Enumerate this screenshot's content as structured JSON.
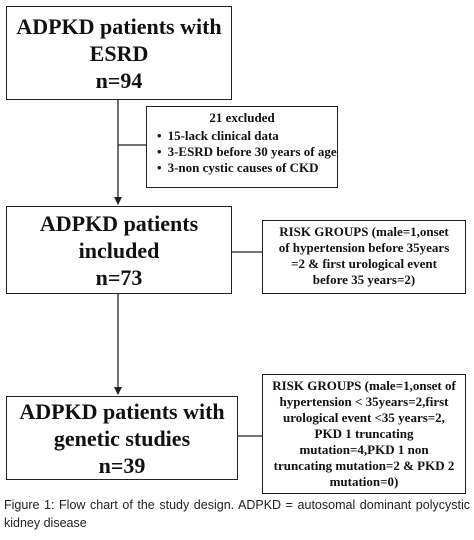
{
  "box1": {
    "lines": [
      "ADPKD patients with",
      "ESRD",
      "n=94"
    ]
  },
  "excluded": {
    "title": "21 excluded",
    "items": [
      "15-lack clinical data",
      "3-ESRD before 30 years of age",
      "3-non cystic causes of CKD"
    ]
  },
  "box2": {
    "lines": [
      "ADPKD patients",
      "included",
      "n=73"
    ]
  },
  "risk1": {
    "lines": [
      "RISK GROUPS (male=1,onset",
      "of hypertension before 35years",
      "=2 & first urological event",
      "before 35 years=2)"
    ]
  },
  "box3": {
    "lines": [
      "ADPKD patients with",
      "genetic studies",
      "n=39"
    ]
  },
  "risk2": {
    "lines": [
      "RISK GROUPS (male=1,onset of",
      "hypertension < 35years=2,first",
      "urological event <35 years=2,",
      "PKD 1 truncating",
      "mutation=4,PKD 1 non",
      "truncating mutation=2 & PKD 2",
      "mutation=0)"
    ]
  },
  "caption": "Figure 1: Flow chart of the study design. ADPKD = autosomal dominant polycystic kidney disease"
}
